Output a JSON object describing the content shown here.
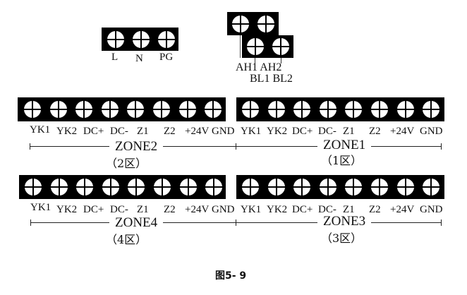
{
  "power_block": {
    "terminals": [
      {
        "label": "L"
      },
      {
        "label": "N"
      },
      {
        "label": "PG"
      }
    ]
  },
  "bus_block": {
    "row_top_labels": "AH1 AH2",
    "row_bottom_labels": "BL1 BL2",
    "terminals": [
      {
        "label": "AH1"
      },
      {
        "label": "AH2"
      },
      {
        "label": "BL1"
      },
      {
        "label": "BL2"
      }
    ]
  },
  "zone_terminal_labels": [
    "YK1",
    "YK2",
    "DC+",
    "DC-",
    "Z1",
    "Z2",
    "+24V",
    "GND"
  ],
  "zones": {
    "zone2": {
      "title": "ZONE2",
      "subtitle": "（2区）",
      "labels": [
        "YK1",
        "YK2",
        "DC+",
        "DC-",
        "Z1",
        "Z2",
        "+24V",
        "GND"
      ]
    },
    "zone1": {
      "title": "ZONE1",
      "subtitle": "（1区）",
      "labels": [
        "YK1",
        "YK2",
        "DC+",
        "DC-",
        "Z1",
        "Z2",
        "+24V",
        "GND"
      ]
    },
    "zone4": {
      "title": "ZONE4",
      "subtitle": "（4区）",
      "labels": [
        "YK1",
        "YK2",
        "DC+",
        "DC-",
        "Z1",
        "Z2",
        "+24V",
        "GND"
      ]
    },
    "zone3": {
      "title": "ZONE3",
      "subtitle": "（3区）",
      "labels": [
        "YK1",
        "YK2",
        "DC+",
        "DC-",
        "Z1",
        "Z2",
        "+24V",
        "GND"
      ]
    }
  },
  "caption": "图5- 9",
  "colors": {
    "terminal_block": "#000000",
    "screw": "#ffffff",
    "background": "#ffffff",
    "text": "#111111"
  }
}
